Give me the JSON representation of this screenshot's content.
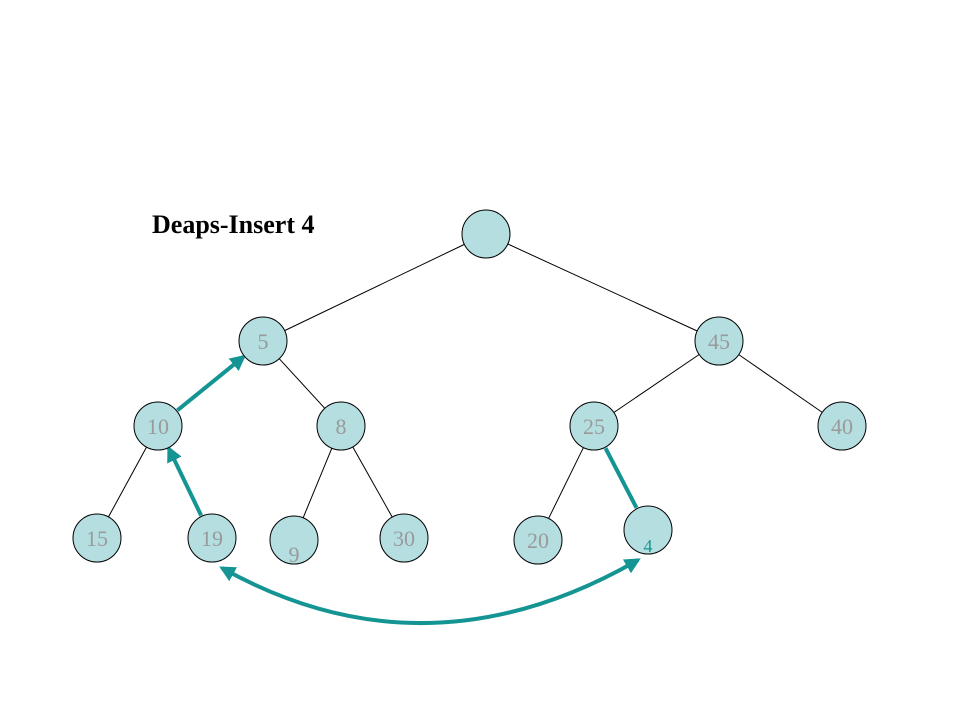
{
  "title": "Deaps-Insert 4",
  "colors": {
    "node_fill": "#B4DEE0",
    "label_text": "#9A9A9A",
    "highlight": "#159494"
  },
  "nodes": [
    {
      "id": "root",
      "label": ""
    },
    {
      "id": "n5",
      "label": "5"
    },
    {
      "id": "n45",
      "label": "45"
    },
    {
      "id": "n10",
      "label": "10"
    },
    {
      "id": "n8",
      "label": "8"
    },
    {
      "id": "n25",
      "label": "25"
    },
    {
      "id": "n40",
      "label": "40"
    },
    {
      "id": "n15",
      "label": "15"
    },
    {
      "id": "n19",
      "label": "19"
    },
    {
      "id": "n9",
      "label": "9"
    },
    {
      "id": "n30",
      "label": "30"
    },
    {
      "id": "n20",
      "label": "20"
    },
    {
      "id": "n4",
      "label": "4"
    }
  ],
  "edges": [
    [
      "root",
      "n5"
    ],
    [
      "root",
      "n45"
    ],
    [
      "n5",
      "n8"
    ],
    [
      "n45",
      "n25"
    ],
    [
      "n45",
      "n40"
    ],
    [
      "n10",
      "n15"
    ],
    [
      "n8",
      "n9"
    ],
    [
      "n8",
      "n30"
    ],
    [
      "n25",
      "n20"
    ]
  ],
  "highlight_edges": [
    [
      "n10",
      "n5"
    ],
    [
      "n19",
      "n10"
    ],
    [
      "n25",
      "n4"
    ]
  ],
  "swap_arrow": [
    "n19",
    "n4"
  ]
}
